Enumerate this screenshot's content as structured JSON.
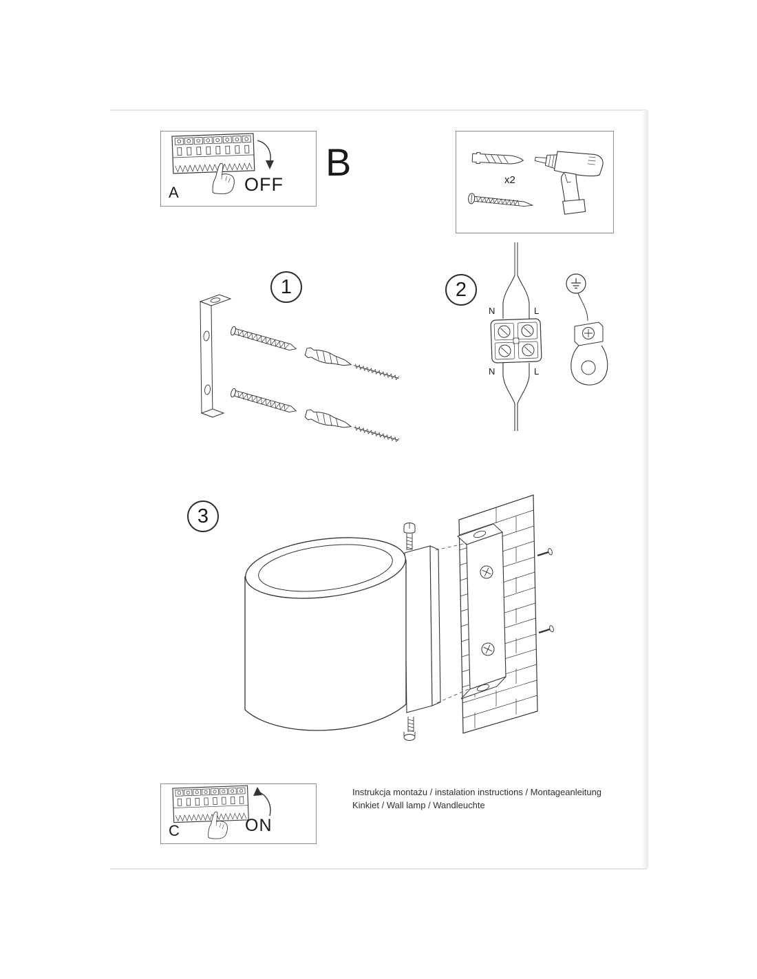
{
  "colors": {
    "ink": "#333333",
    "paper": "#ffffff"
  },
  "panel_a": {
    "label": "A",
    "switch_state": "OFF"
  },
  "tools_panel": {
    "label": "B",
    "anchor_quantity": "x2"
  },
  "step_1": {
    "number": "1"
  },
  "step_2": {
    "number": "2",
    "terminals": {
      "top_left": "N",
      "top_right": "L",
      "bottom_left": "N",
      "bottom_right": "L"
    }
  },
  "step_3": {
    "number": "3"
  },
  "panel_c": {
    "label": "C",
    "switch_state": "ON"
  },
  "footer": {
    "line_1": "Instrukcja montażu / instalation instructions / Montageanleitung",
    "line_2": "Kinkiet / Wall lamp / Wandleuchte"
  }
}
